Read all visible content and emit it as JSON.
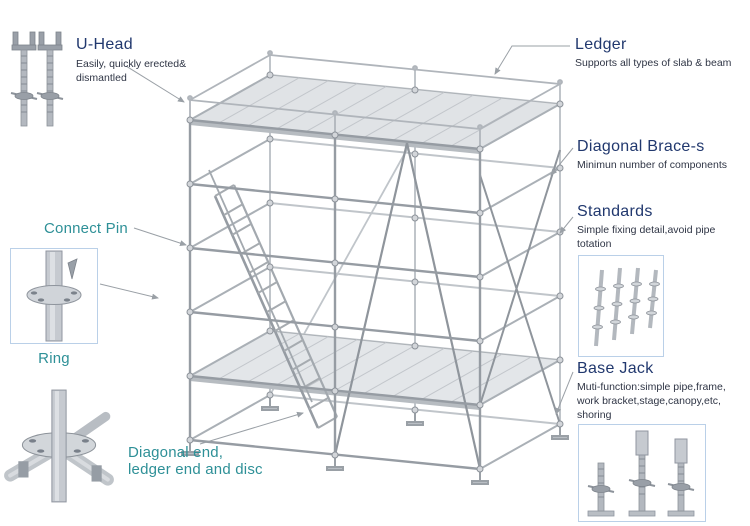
{
  "figure": {
    "type": "labeled-diagram",
    "subject": "Ringlock scaffolding system with component callouts"
  },
  "colors": {
    "heading": "#21386e",
    "teal": "#2e9097",
    "desc": "#2f3545",
    "leader": "#9aa0a6",
    "photo_border": "#bad0e8",
    "steel_light": "#d3d6da",
    "steel_mid": "#9aa0a6"
  },
  "callouts": {
    "u_head": {
      "title": "U-Head",
      "desc": "Easily,  quickly erected&\ndismantled"
    },
    "connect_pin": {
      "title": "Connect Pin"
    },
    "ring": {
      "title": "Ring"
    },
    "diagonal_end": {
      "title": "Diagonal end,\nledger end and disc"
    },
    "ledger": {
      "title": "Ledger",
      "desc": "Supports all types of slab & beam"
    },
    "diagonal_brace": {
      "title": "Diagonal Brace-s",
      "desc": "Minimun number of components"
    },
    "standards": {
      "title": "Standards",
      "desc": "Simple fixing detail,avoid pipe\ntotation"
    },
    "base_jack": {
      "title": "Base Jack",
      "desc": "Muti-function:simple pipe,frame,\nwork bracket,stage,canopy,etc,\nshoring"
    }
  },
  "photos": {
    "u_head": "u-head-screw-jacks-photo",
    "ring": "standard-with-rosette-ring-photo",
    "node": "diagonal-end-ledger-end-disc-photo",
    "standards": "standards-posts-photo",
    "base_jack": "adjustable-base-jacks-photo"
  }
}
